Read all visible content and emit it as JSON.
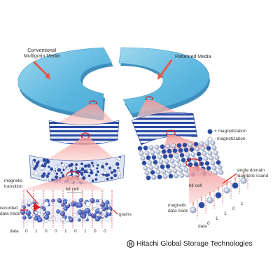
{
  "labels": {
    "conventional_media": "Conventional\nMultigrain Media",
    "patterned_media": "Patterned Media",
    "magnetic_transition": "magnetic\ntransition",
    "bit_cell_left": "bit cell",
    "recorded_data_track": "recorded\ndata track",
    "grains": "grains",
    "data_left": "data",
    "plus_magnetization": "+ magnetization",
    "minus_magnetization": "- magnetization",
    "single_domain_island": "single domain\nmagnetic island",
    "bit_cell_right": "bit cell",
    "magnetic_data_track": "magnetic\ndata track",
    "data_right": "data"
  },
  "bits_left": [
    "0",
    "1",
    "0",
    "0",
    "1",
    "0",
    "1",
    "0",
    "0"
  ],
  "bits_right": [
    "0",
    "1",
    "1",
    "0",
    "1"
  ],
  "footer": {
    "company": "Hitachi Global Storage Technologies"
  },
  "colors": {
    "disk_blue": "#6cc1e4",
    "disk_edge": "#4a9fcb",
    "track_blue": "#2b4aa3",
    "cone_red": "#f4b5b3",
    "arrow_red": "#e25a4a",
    "marker_red": "#e01818"
  },
  "icons": {
    "footer_logo": "hitachi-logo-icon"
  }
}
